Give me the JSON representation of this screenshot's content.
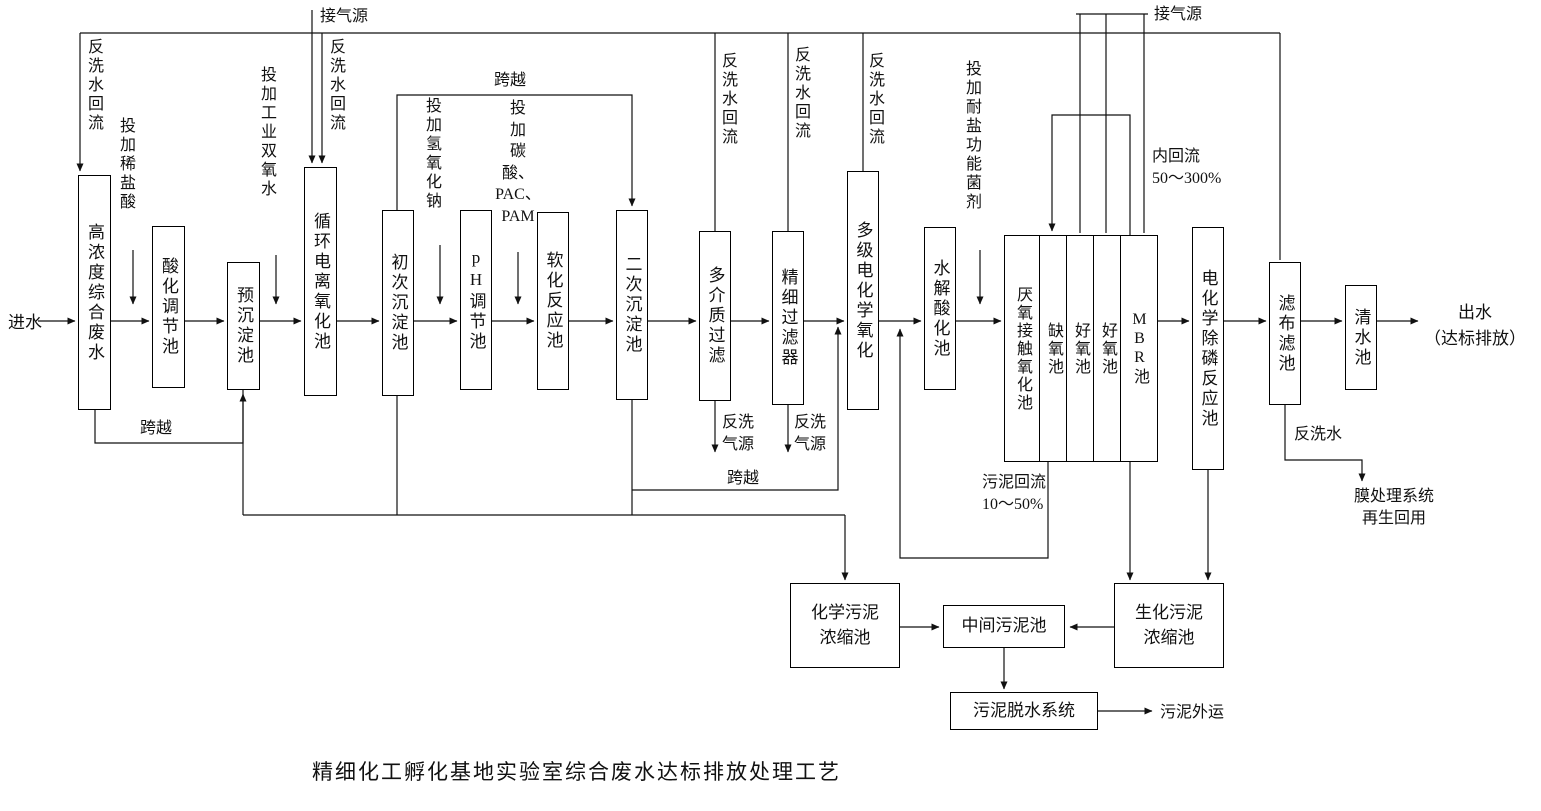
{
  "title": "精细化工孵化基地实验室综合废水达标排放处理工艺",
  "io": {
    "influent": "进水",
    "effluent": "出水\n（达标排放）"
  },
  "tanks": {
    "t1": "高浓度综合废水",
    "t2": "酸化调节池",
    "t3": "预沉淀池",
    "t4": "循环电离氧化池",
    "t5": "初次沉淀池",
    "t6": "pH调节池",
    "t7": "软化反应池",
    "t8": "二次沉淀池",
    "t9": "多介质过滤",
    "t10": "精细过滤器",
    "t11": "多级电化学氧化",
    "t12": "水解酸化池",
    "bio1": "厌氧接触氧化池",
    "bio2": "缺氧池",
    "bio3": "好氧池",
    "bio4": "好氧池",
    "bio5": "MBR池",
    "t18": "电化学除磷反应池",
    "t19": "滤布滤池",
    "t20": "清水池"
  },
  "sludge": {
    "chemical": "化学污泥\n浓缩池",
    "intermediate": "中间污泥池",
    "biochemical": "生化污泥\n浓缩池",
    "dewatering": "污泥脱水系统",
    "offsite": "污泥外运"
  },
  "annotations": {
    "backwash_return_1": "反洗水回流",
    "backwash_return_2": "反洗水回流",
    "backwash_return_3": "反洗水回流",
    "backwash_return_4": "反洗水回流",
    "backwash_return_5": "反洗水回流",
    "dose_hcl": "投加稀盐酸",
    "gas_source_left": "接气源",
    "gas_source_right": "接气源",
    "dose_h2o2": "投加工业双氧水",
    "dose_naoh": "投加氢氧化钠",
    "dose_pac": "投\n加\n碳\n酸、\nPAC、\nPAM",
    "dose_bacteria": "投加耐盐功能菌剂",
    "bypass_top": "跨越",
    "bypass_left": "跨越",
    "bypass_bottom": "跨越",
    "internal_reflux": "内回流\n50～300%",
    "backwash_gas_1": "反洗\n气源",
    "backwash_gas_2": "反洗\n气源",
    "sludge_return": "污泥回流\n10～50%",
    "backwash_water": "反洗水",
    "membrane_reuse": "膜处理系统\n再生回用"
  }
}
